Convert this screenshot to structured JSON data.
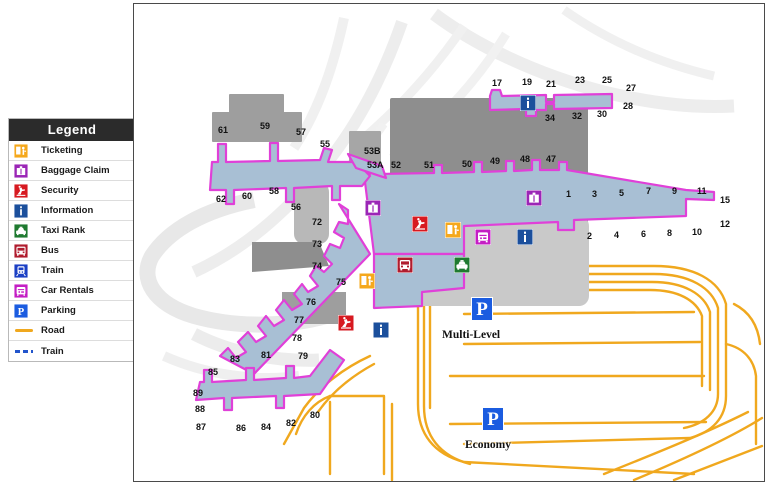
{
  "legend": {
    "title": "Legend",
    "items": [
      {
        "label": "Ticketing",
        "icon": "ticketing-icon",
        "color": "#f5a81c"
      },
      {
        "label": "Baggage Claim",
        "icon": "baggage-icon",
        "color": "#9b26b6"
      },
      {
        "label": "Security",
        "icon": "security-icon",
        "color": "#d71920"
      },
      {
        "label": "Information",
        "icon": "information-icon",
        "color": "#1b4f9c"
      },
      {
        "label": "Taxi Rank",
        "icon": "taxi-icon",
        "color": "#1f7a30"
      },
      {
        "label": "Bus",
        "icon": "bus-icon",
        "color": "#b01c2e"
      },
      {
        "label": "Train",
        "icon": "train-icon",
        "color": "#1b3fc4"
      },
      {
        "label": "Car Rentals",
        "icon": "car-rental-icon",
        "color": "#c41ec4"
      },
      {
        "label": "Parking",
        "icon": "parking-icon",
        "color": "#1b5ce0"
      },
      {
        "label": "Road",
        "icon": "road-swatch",
        "color": "#f0a81e"
      },
      {
        "label": "Train",
        "icon": "train-swatch",
        "color": "#2255cc"
      }
    ]
  },
  "map": {
    "colors": {
      "terminal_fill": "#a8bfd4",
      "terminal_outline": "#e040d8",
      "road": "#f0a81e",
      "building_gray": "#8e8e8e",
      "building_light": "#c9c9c9",
      "apron_watermark": "#ececec",
      "frame": "#4a4a4a"
    },
    "parking": [
      {
        "name": "Multi-Level",
        "badge": "P"
      },
      {
        "name": "Economy",
        "badge": "P"
      }
    ],
    "gates": {
      "north_pier_top": [
        "17",
        "19",
        "21",
        "23",
        "25",
        "27"
      ],
      "north_pier_bottom": [
        "34",
        "32",
        "30",
        "28"
      ],
      "east_concourse_top": [
        "1",
        "3",
        "5",
        "7",
        "9",
        "11",
        "15"
      ],
      "east_concourse_bottom": [
        "2",
        "4",
        "6",
        "8",
        "10",
        "12"
      ],
      "northwest_pier_top": [
        "61",
        "59",
        "57",
        "55",
        "53B"
      ],
      "northwest_pier_bottom": [
        "62",
        "60",
        "58",
        "56"
      ],
      "central_frontage": [
        "53A",
        "52",
        "51",
        "50",
        "49",
        "48",
        "47"
      ],
      "west_pier": [
        "72",
        "73",
        "74",
        "75",
        "76",
        "77",
        "78",
        "79"
      ],
      "southwest_pier_top": [
        "85",
        "83",
        "81"
      ],
      "southwest_pier_left": [
        "89",
        "88",
        "87"
      ],
      "southwest_pier_bottom": [
        "86",
        "84",
        "82",
        "80"
      ]
    },
    "facility_icons": [
      {
        "name": "baggage-claim-west",
        "icon": "baggage-icon"
      },
      {
        "name": "baggage-claim-east",
        "icon": "baggage-icon"
      },
      {
        "name": "security-north",
        "icon": "security-icon"
      },
      {
        "name": "ticketing-central",
        "icon": "ticketing-icon"
      },
      {
        "name": "car-rentals-central",
        "icon": "car-rental-icon"
      },
      {
        "name": "information-central",
        "icon": "information-icon"
      },
      {
        "name": "information-north",
        "icon": "information-icon"
      },
      {
        "name": "bus-stop",
        "icon": "bus-icon"
      },
      {
        "name": "taxi-rank",
        "icon": "taxi-icon"
      },
      {
        "name": "ticketing-south",
        "icon": "ticketing-icon"
      },
      {
        "name": "security-south",
        "icon": "security-icon"
      },
      {
        "name": "information-south",
        "icon": "information-icon"
      }
    ]
  }
}
